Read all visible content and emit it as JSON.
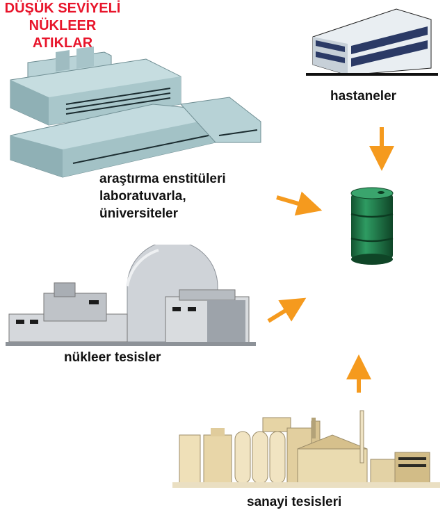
{
  "sources": {
    "research": [
      "araştırma enstitüleri",
      "laboratuvarla,",
      "üniversiteler"
    ],
    "hospitals": "hastaneler",
    "nuclear": "nükleer tesisler",
    "industry": "sanayi tesisleri"
  },
  "target": {
    "lines": [
      "DÜŞÜK SEVİYELİ",
      "NÜKLEER",
      "ATIKLAR"
    ]
  },
  "colors": {
    "arrow": "#f59a1e",
    "target_text": "#e8152b",
    "barrel": "#1f7a4d"
  },
  "icons": {
    "research": "research-building-icon",
    "hospital": "hospital-building-icon",
    "nuclear": "nuclear-plant-icon",
    "industry": "factory-icon",
    "waste": "waste-barrel-icon"
  }
}
